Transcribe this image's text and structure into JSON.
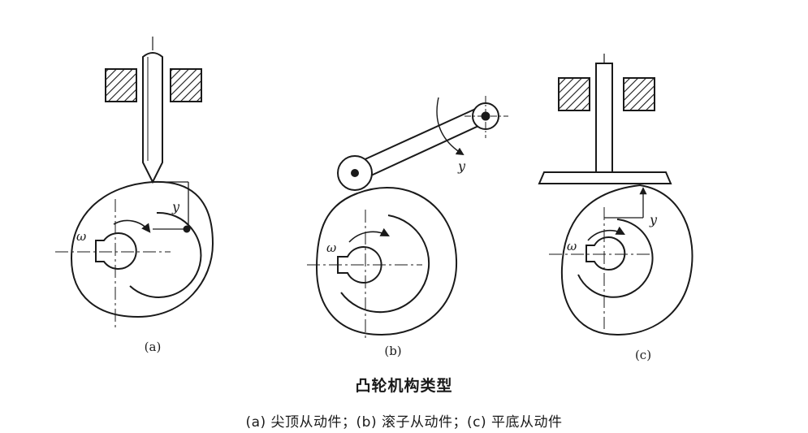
{
  "panels": {
    "a": {
      "label": "(a)",
      "omega": "ω",
      "y": "y"
    },
    "b": {
      "label": "(b)",
      "omega": "ω",
      "y": "y"
    },
    "c": {
      "label": "(c)",
      "omega": "ω",
      "y": "y"
    }
  },
  "caption": {
    "title": "凸轮机构类型",
    "subtitle": "(a) 尖顶从动件；(b) 滚子从动件；(c) 平底从动件"
  }
}
